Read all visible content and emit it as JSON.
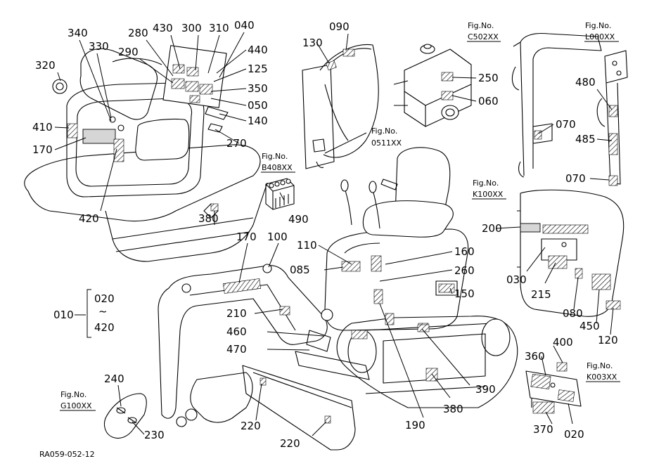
{
  "diagram_code": "RA059-052-12",
  "range": {
    "start": "020",
    "tilde": "~",
    "end": "420",
    "label": "010"
  },
  "fig_refs": [
    {
      "fig": "Fig.No.",
      "code": "C502XX"
    },
    {
      "fig": "Fig.No.",
      "code": "L000XX"
    },
    {
      "fig": "Fig.No.",
      "code": "0511XX"
    },
    {
      "fig": "Fig.No.",
      "code": "B408XX"
    },
    {
      "fig": "Fig.No.",
      "code": "K100XX"
    },
    {
      "fig": "Fig.No.",
      "code": "K003XX"
    },
    {
      "fig": "Fig.No.",
      "code": "G100XX"
    }
  ],
  "callouts": [
    "340",
    "330",
    "320",
    "280",
    "430",
    "300",
    "310",
    "040",
    "290",
    "440",
    "125",
    "350",
    "050",
    "140",
    "270",
    "410",
    "170",
    "420",
    "090",
    "130",
    "250",
    "060",
    "480",
    "485",
    "070",
    "070",
    "490",
    "380",
    "200",
    "030",
    "215",
    "080",
    "450",
    "120",
    "170",
    "100",
    "110",
    "085",
    "160",
    "260",
    "150",
    "210",
    "460",
    "470",
    "390",
    "380",
    "400",
    "360",
    "020",
    "370",
    "240",
    "230",
    "220",
    "220",
    "190"
  ]
}
